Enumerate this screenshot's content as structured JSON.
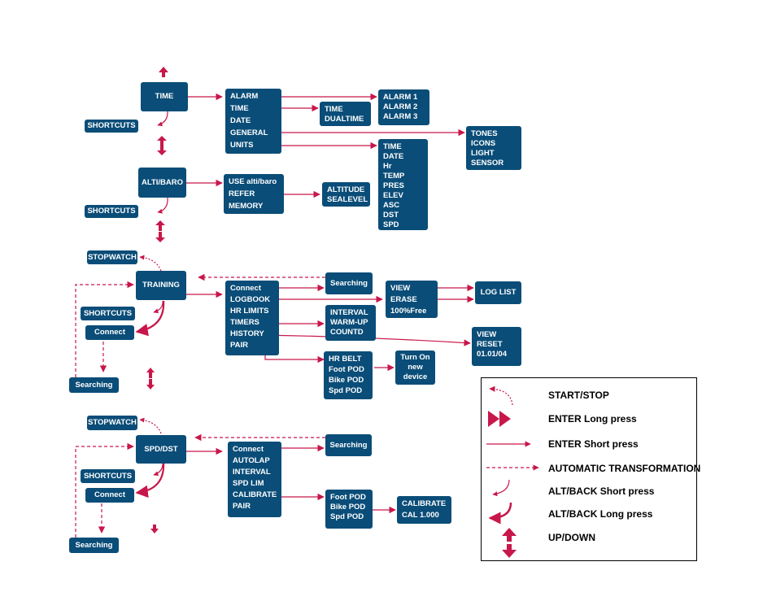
{
  "colors": {
    "box": "#0a4d78",
    "arrow": "#c8174a",
    "text": "#ffffff"
  },
  "time_menu": {
    "title": "TIME",
    "items": [
      "ALARM",
      "TIME",
      "DATE",
      "GENERAL",
      "UNITS"
    ],
    "alarm_sub": [
      "ALARM 1",
      "ALARM  2",
      "ALARM 3"
    ],
    "time_sub": [
      "TIME",
      "DUALTIME"
    ],
    "general_sub": [
      "TONES",
      "ICONS",
      "LIGHT",
      "SENSOR"
    ],
    "units_sub": [
      "TIME",
      "DATE",
      "Hr",
      "TEMP",
      "PRES",
      "ELEV",
      "ASC",
      "DST",
      "SPD"
    ],
    "shortcuts": "SHORTCUTS"
  },
  "alti_menu": {
    "title": "ALTI/BARO",
    "items": [
      "USE alti/baro",
      "REFER",
      "MEMORY"
    ],
    "refer_sub": [
      "ALTITUDE",
      "SEALEVEL"
    ],
    "shortcuts": "SHORTCUTS"
  },
  "training_menu": {
    "title": "TRAINING",
    "stopwatch": "STOPWATCH",
    "shortcuts": "SHORTCUTS",
    "connect": "Connect",
    "searching_left": "Searching",
    "items": [
      "Connect",
      "LOGBOOK",
      "HR LIMITS",
      "TIMERS",
      "HISTORY",
      "PAIR"
    ],
    "searching": "Searching",
    "logbook_sub": [
      "VIEW",
      "ERASE",
      "100%Free"
    ],
    "log_list": "LOG LIST",
    "timers_sub": [
      "INTERVAL",
      "WARM-UP",
      "COUNTD"
    ],
    "history_sub": [
      "VIEW",
      "RESET",
      "01.01/04"
    ],
    "pair_sub": [
      "HR BELT",
      "Foot POD",
      "Bike POD",
      "Spd POD"
    ],
    "turn_on": [
      "Turn On",
      "new",
      "device"
    ]
  },
  "spd_menu": {
    "title": "SPD/DST",
    "stopwatch": "STOPWATCH",
    "shortcuts": "SHORTCUTS",
    "connect": "Connect",
    "searching_left": "Searching",
    "items": [
      "Connect",
      "AUTOLAP",
      "INTERVAL",
      "SPD LIM",
      "CALIBRATE",
      "PAIR"
    ],
    "searching": "Searching",
    "calibrate_sub": [
      "Foot POD",
      "Bike POD",
      "Spd POD"
    ],
    "calibrate_sub2": [
      "CALIBRATE",
      "CAL 1.000"
    ]
  },
  "legend": {
    "items": [
      "START/STOP",
      "ENTER Long press",
      "ENTER Short press",
      "AUTOMATIC TRANSFORMATION",
      "ALT/BACK Short press",
      "ALT/BACK Long press",
      "UP/DOWN"
    ]
  }
}
